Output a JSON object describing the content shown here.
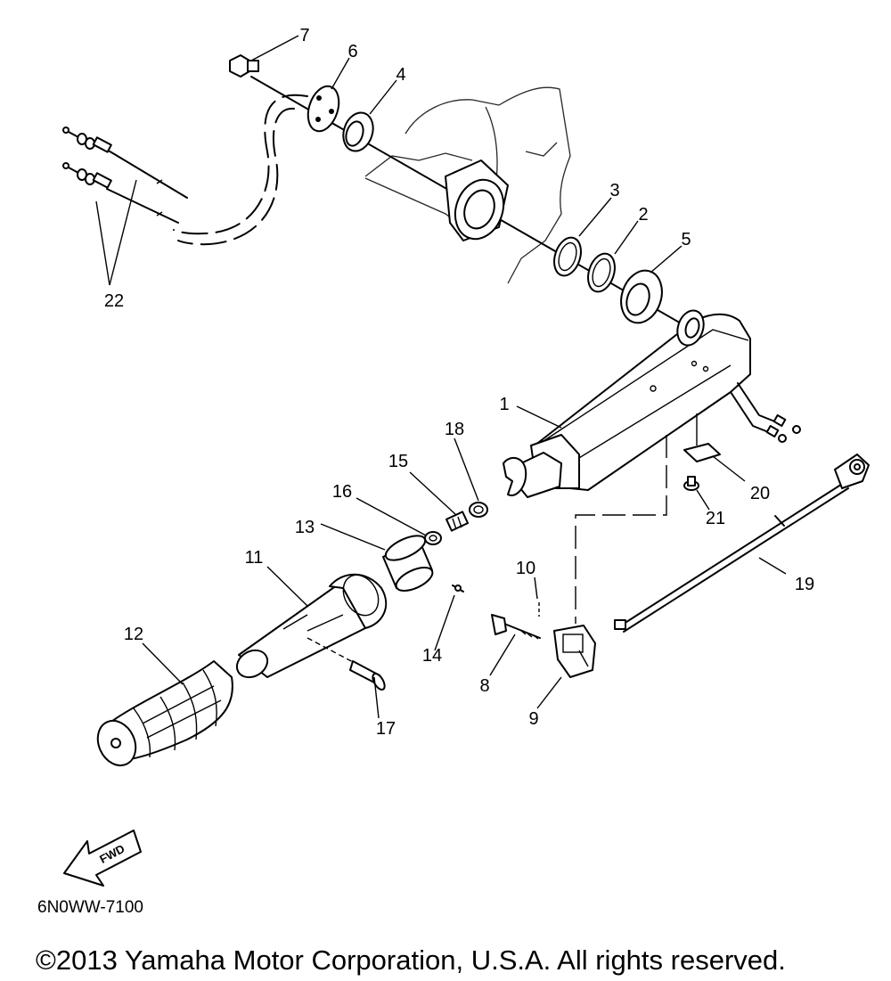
{
  "callouts": [
    {
      "id": "1",
      "label": "1"
    },
    {
      "id": "2",
      "label": "2"
    },
    {
      "id": "3",
      "label": "3"
    },
    {
      "id": "4",
      "label": "4"
    },
    {
      "id": "5",
      "label": "5"
    },
    {
      "id": "6",
      "label": "6"
    },
    {
      "id": "7",
      "label": "7"
    },
    {
      "id": "8",
      "label": "8"
    },
    {
      "id": "9",
      "label": "9"
    },
    {
      "id": "10",
      "label": "10"
    },
    {
      "id": "11",
      "label": "11"
    },
    {
      "id": "12",
      "label": "12"
    },
    {
      "id": "13",
      "label": "13"
    },
    {
      "id": "14",
      "label": "14"
    },
    {
      "id": "15",
      "label": "15"
    },
    {
      "id": "16",
      "label": "16"
    },
    {
      "id": "17",
      "label": "17"
    },
    {
      "id": "18",
      "label": "18"
    },
    {
      "id": "19",
      "label": "19"
    },
    {
      "id": "20",
      "label": "20"
    },
    {
      "id": "21",
      "label": "21"
    },
    {
      "id": "22",
      "label": "22"
    }
  ],
  "fwd_label": "FWD",
  "diagram_code": "6N0WW-7100",
  "copyright": "©2013 Yamaha Motor Corporation, U.S.A. All rights reserved."
}
